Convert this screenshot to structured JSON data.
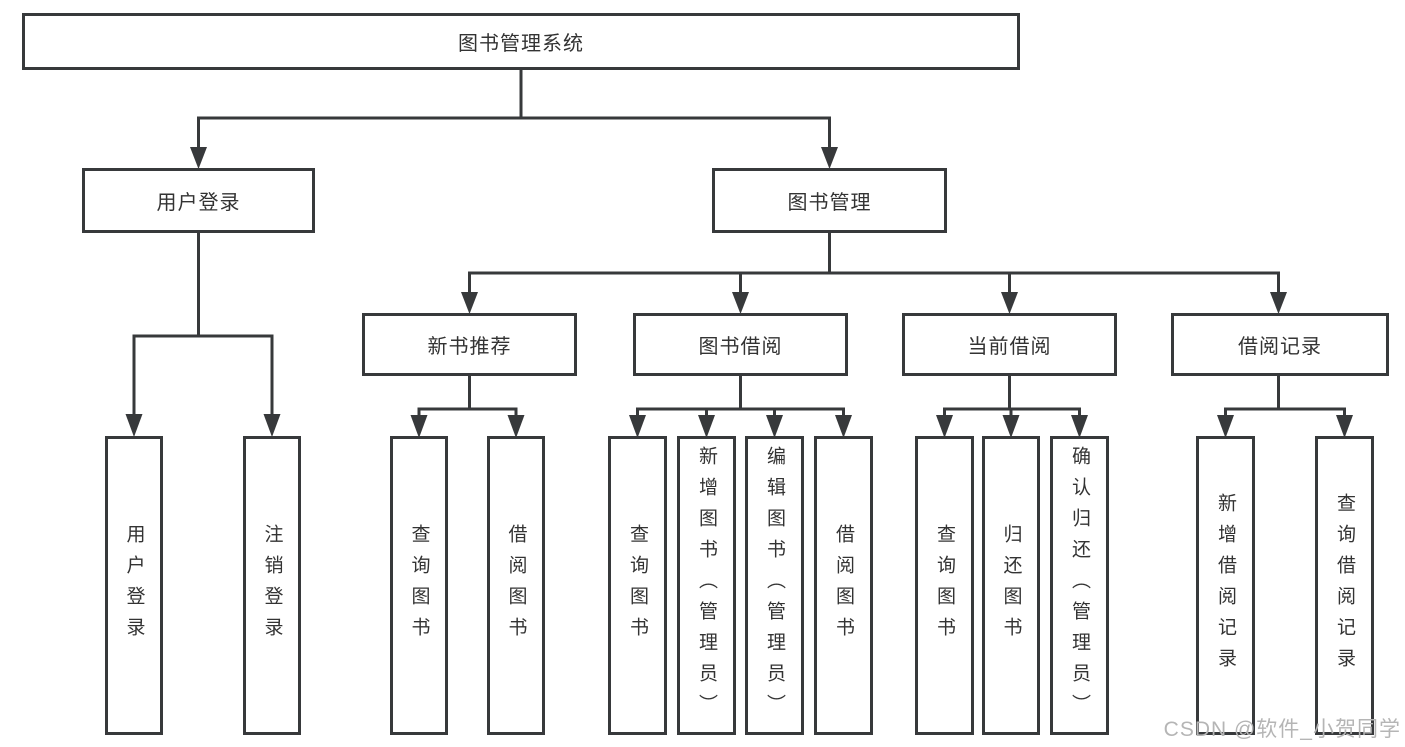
{
  "colors": {
    "line": "#37393b",
    "text": "#333333",
    "box_fill": "#ffffff",
    "background": "#ffffff",
    "watermark": "#b5b5b5"
  },
  "watermark": {
    "text": "CSDN @软件_小贺同学"
  },
  "tree": {
    "root": {
      "label": "图书管理系统"
    },
    "children": [
      {
        "label": "用户登录",
        "children": [
          {
            "label": "用户登录"
          },
          {
            "label": "注销登录"
          }
        ]
      },
      {
        "label": "图书管理",
        "children": [
          {
            "label": "新书推荐",
            "children": [
              {
                "label": "查询图书"
              },
              {
                "label": "借阅图书"
              }
            ]
          },
          {
            "label": "图书借阅",
            "children": [
              {
                "label": "查询图书"
              },
              {
                "label": "新增图书（管理员）"
              },
              {
                "label": "编辑图书（管理员）"
              },
              {
                "label": "借阅图书"
              }
            ]
          },
          {
            "label": "当前借阅",
            "children": [
              {
                "label": "查询图书"
              },
              {
                "label": "归还图书"
              },
              {
                "label": "确认归还（管理员）"
              }
            ]
          },
          {
            "label": "借阅记录",
            "children": [
              {
                "label": "新增借阅记录"
              },
              {
                "label": "查询借阅记录"
              }
            ]
          }
        ]
      }
    ]
  }
}
